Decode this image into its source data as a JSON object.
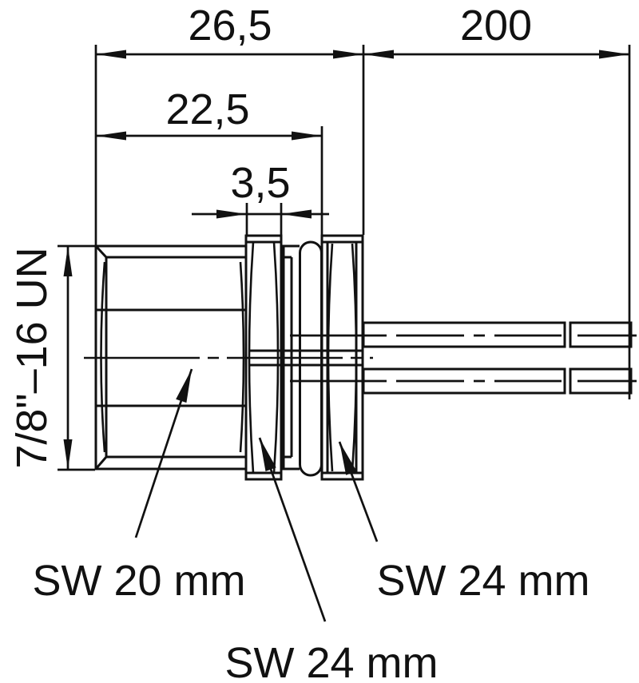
{
  "drawing": {
    "kind": "technical-dimension-drawing",
    "subject": "7/8 coaxial bulkhead connector, side view with twin cables",
    "colors": {
      "line": "#111111",
      "background": "#ffffff"
    }
  },
  "dims": {
    "total_length": "26,5",
    "cable_length": "200",
    "front_length": "22,5",
    "locknut_thickness": "3,5",
    "thread_spec": "7/8\"–16 UN"
  },
  "wrench": {
    "body": "SW 20 mm",
    "locknut": "SW 24 mm",
    "panel_nut": "SW 24 mm"
  }
}
